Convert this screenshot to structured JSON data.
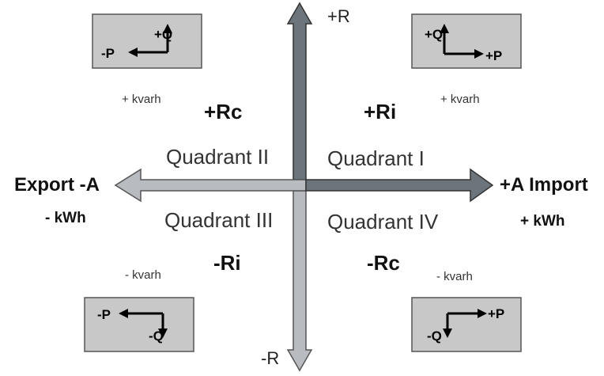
{
  "axes": {
    "r_pos": "+R",
    "r_neg": "-R",
    "export": "Export -A",
    "import": "+A Import",
    "export_unit": "- kWh",
    "import_unit": "+ kWh"
  },
  "quadrants": {
    "q1": {
      "name": "Quadrant I",
      "reactive": "+Ri",
      "kvarh": "+ kvarh",
      "p": "+P",
      "q": "+Q"
    },
    "q2": {
      "name": "Quadrant II",
      "reactive": "+Rc",
      "kvarh": "+ kvarh",
      "p": "-P",
      "q": "+Q"
    },
    "q3": {
      "name": "Quadrant III",
      "reactive": "-Ri",
      "kvarh": "- kvarh",
      "p": "-P",
      "q": "-Q"
    },
    "q4": {
      "name": "Quadrant IV",
      "reactive": "-Rc",
      "kvarh": "- kvarh",
      "p": "+P",
      "q": "-Q"
    }
  },
  "colors": {
    "dark_arrow": "#6d757c",
    "light_arrow": "#b8bcc0",
    "box_fill": "#c8c8c8",
    "box_border": "#555555"
  }
}
